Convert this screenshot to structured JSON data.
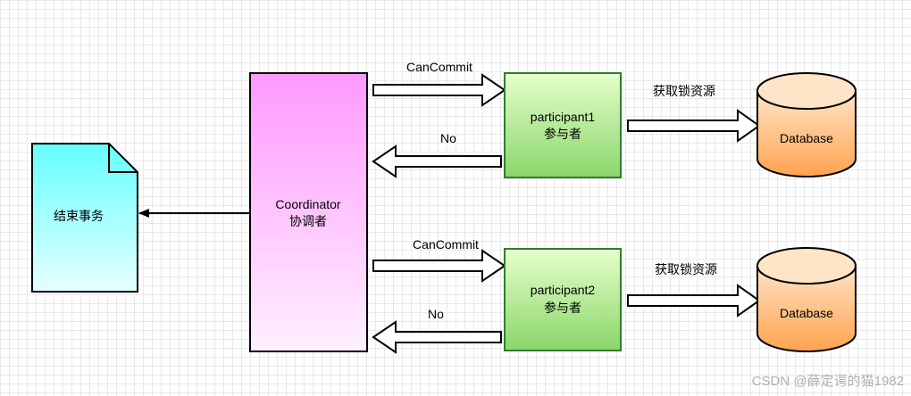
{
  "document": {
    "label": "结束事务",
    "fill_top": "#66ffff",
    "fill_bottom": "#e6ffff"
  },
  "coordinator": {
    "label_line1": "Coordinator",
    "label_line2": "协调者",
    "fill_top": "#ff99ff",
    "fill_bottom": "#fff0ff"
  },
  "participants": [
    {
      "label_line1": "participant1",
      "label_line2": "参与者",
      "request": "CanCommit",
      "response": "No",
      "action": "获取锁资源",
      "database": "Database"
    },
    {
      "label_line1": "participant2",
      "label_line2": "参与者",
      "request": "CanCommit",
      "response": "No",
      "action": "获取锁资源",
      "database": "Database"
    }
  ],
  "colors": {
    "participant_top": "#e6ffcc",
    "participant_bottom": "#8ad66a",
    "participant_border": "#2e7d32",
    "database_top": "#ffe4c7",
    "database_bottom": "#ffa34f",
    "stroke": "#000000"
  },
  "watermark": "CSDN @薛定谔的猫1982"
}
